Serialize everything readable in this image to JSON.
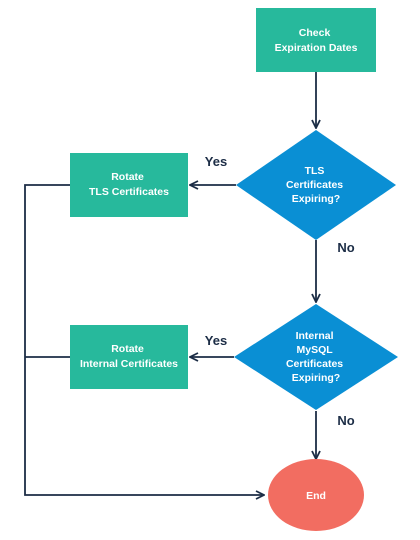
{
  "colors": {
    "process": "#27b99c",
    "decision": "#0a8fd4",
    "terminal": "#f26d61",
    "line": "#1c2d46",
    "node_text": "#ffffff",
    "label_text": "#1c2d46"
  },
  "nodes": {
    "check": {
      "line1": "Check",
      "line2": "Expiration Dates"
    },
    "tls_decision": {
      "line1": "TLS",
      "line2": "Certificates",
      "line3": "Expiring?"
    },
    "rotate_tls": {
      "line1": "Rotate",
      "line2": "TLS Certificates"
    },
    "mysql_decision": {
      "line1": "Internal",
      "line2": "MySQL",
      "line3": "Certificates",
      "line4": "Expiring?"
    },
    "rotate_internal": {
      "line1": "Rotate",
      "line2": "Internal Certificates"
    },
    "end": {
      "label": "End"
    }
  },
  "edges": {
    "tls_yes": "Yes",
    "tls_no": "No",
    "mysql_yes": "Yes",
    "mysql_no": "No"
  }
}
